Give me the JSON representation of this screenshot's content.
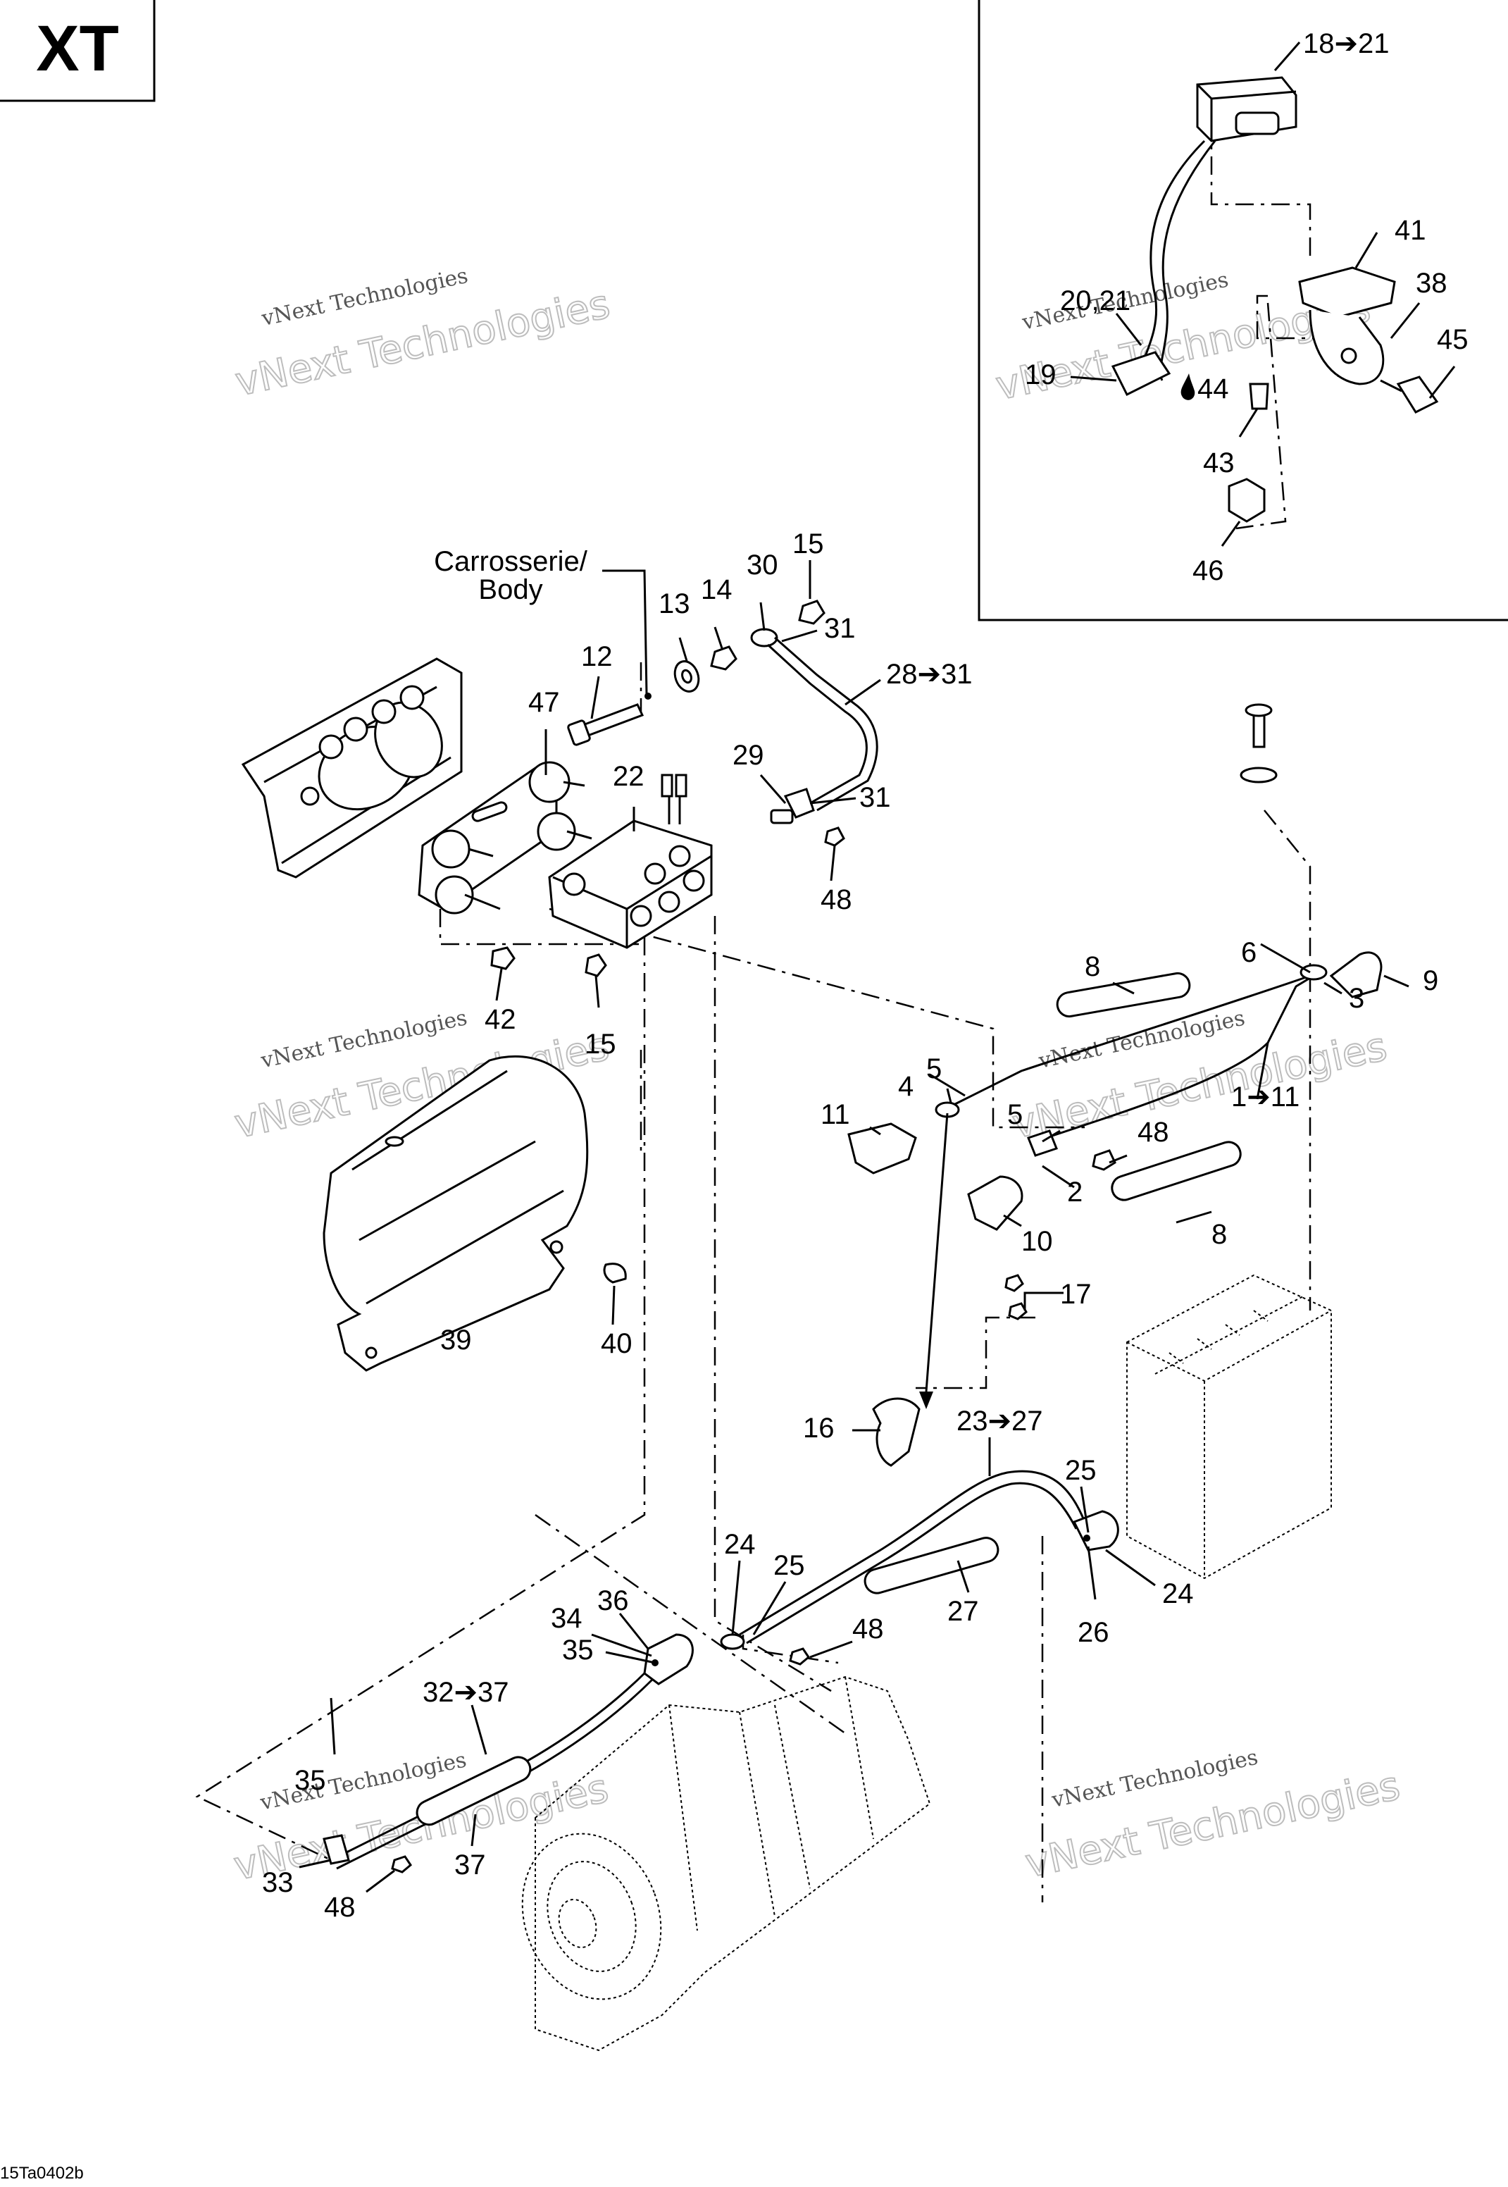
{
  "model_tag": "XT",
  "ref_code": "15Ta0402b",
  "watermark": {
    "line1": "vNext Technologies",
    "line2": "vNext Technologies"
  },
  "body_label": {
    "line1": "Carrosserie/",
    "line2": "Body"
  },
  "callouts": {
    "c1_11": "1➔11",
    "c2": "2",
    "c3": "3",
    "c4": "4",
    "c5a": "5",
    "c5b": "5",
    "c6": "6",
    "c8a": "8",
    "c8b": "8",
    "c9": "9",
    "c10": "10",
    "c11": "11",
    "c12": "12",
    "c13": "13",
    "c14": "14",
    "c15a": "15",
    "c15b": "15",
    "c16": "16",
    "c17": "17",
    "c18_21": "18➔21",
    "c19": "19",
    "c20_21": "20,21",
    "c22": "22",
    "c23_27": "23➔27",
    "c24a": "24",
    "c24b": "24",
    "c25a": "25",
    "c25b": "25",
    "c26": "26",
    "c27": "27",
    "c28_31": "28➔31",
    "c29": "29",
    "c30": "30",
    "c31a": "31",
    "c31b": "31",
    "c32_37": "32➔37",
    "c33": "33",
    "c34": "34",
    "c35a": "35",
    "c35b": "35",
    "c36": "36",
    "c37": "37",
    "c38": "38",
    "c39": "39",
    "c40": "40",
    "c41": "41",
    "c42": "42",
    "c43": "43",
    "c44": "44",
    "c45": "45",
    "c46": "46",
    "c47": "47",
    "c48a": "48",
    "c48b": "48",
    "c48c": "48",
    "c48d": "48"
  }
}
